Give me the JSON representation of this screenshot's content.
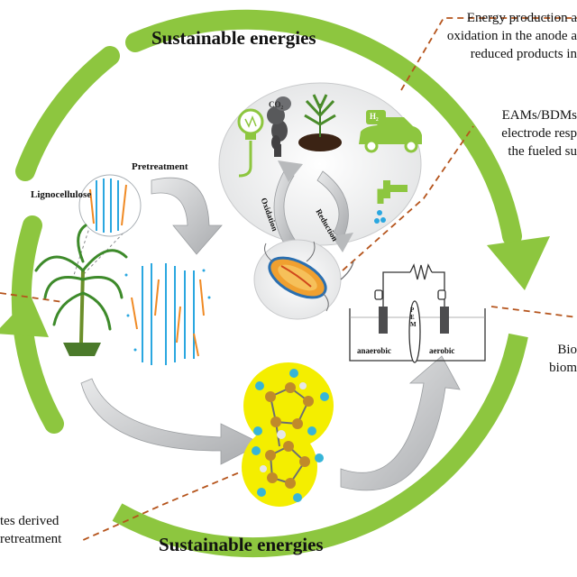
{
  "ring": {
    "top_title": "Sustainable energies",
    "bottom_title": "Sustainable energies"
  },
  "notes": {
    "top_right": [
      "Energy production a",
      "oxidation in the anode a",
      "reduced products in"
    ],
    "mid_right": [
      "EAMs/BDMs",
      "electrode resp",
      "the fueled su"
    ],
    "right": [
      "Bio",
      "biom"
    ],
    "bottom_left": [
      "tes derived",
      "retreatment"
    ]
  },
  "labels": {
    "pretreatment": "Pretreatment",
    "lignocellulose": "Lignocellulose",
    "oxidation": "Oxidation",
    "reduction": "Reduction",
    "co2": "CO₂",
    "h2": "H₂",
    "pem": "PEM",
    "anaerobic": "anaerobic",
    "aerobic": "aerobic"
  },
  "colors": {
    "ring_green": "#8dc63f",
    "dashed_leader": "#b5541c",
    "arrow_gray": "#c7c9cb",
    "molecule_bg": "#f4ee00",
    "fiber_blue": "#2aa7e0",
    "fiber_orange": "#f08a24"
  }
}
